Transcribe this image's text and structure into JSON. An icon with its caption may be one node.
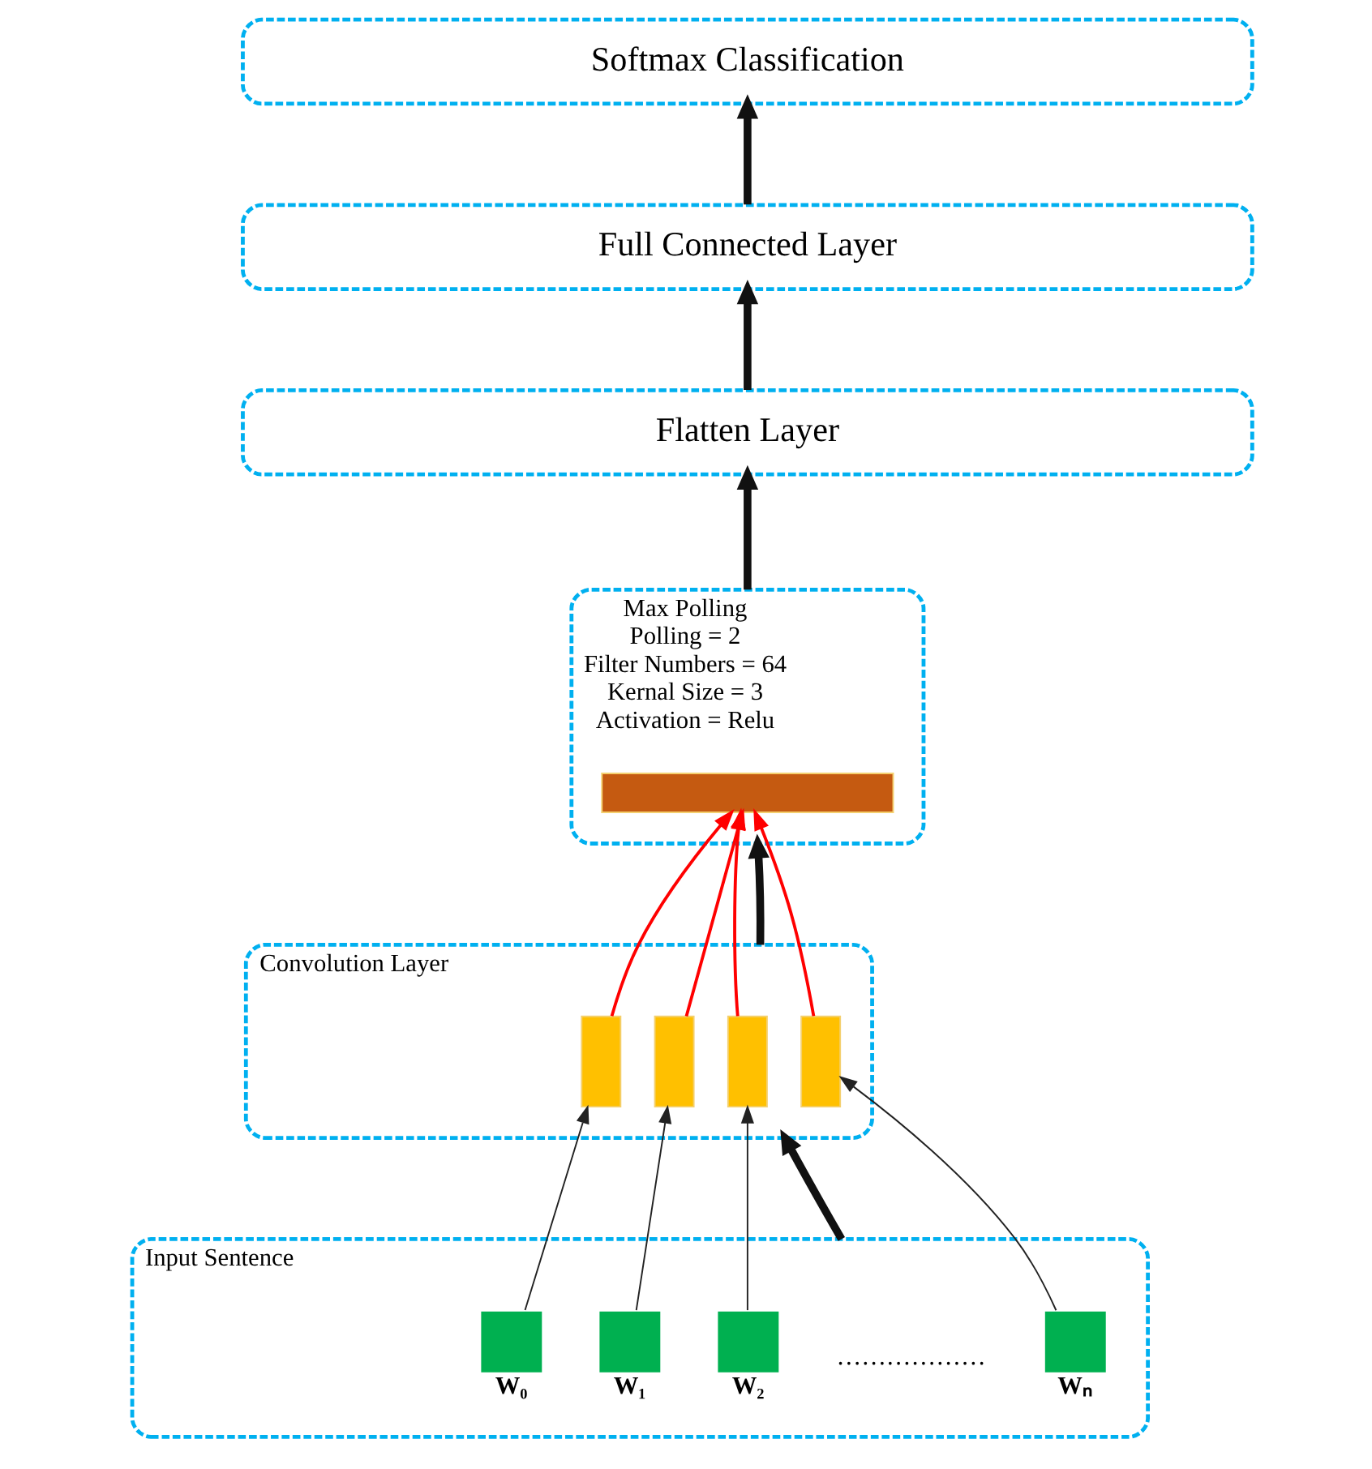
{
  "diagram": {
    "nodes": [
      {
        "text": [
          "Softmax Classification"
        ]
      },
      {
        "text": [
          "Full Connected Layer"
        ]
      },
      {
        "text": [
          "Flatten Layer"
        ]
      },
      {
        "text": [
          "Max Polling",
          "Polling = 2",
          "Filter Numbers = 64",
          "Kernal Size = 3",
          "Activation = Relu"
        ]
      },
      {
        "text": [],
        "shape": "bar",
        "in": 3
      },
      {
        "text": [
          "Convolution Layer"
        ]
      },
      {
        "text": [],
        "shape": "bar",
        "in": 5
      },
      {
        "text": [],
        "shape": "bar",
        "in": 5
      },
      {
        "text": [],
        "shape": "bar",
        "in": 5
      },
      {
        "text": [],
        "shape": "bar",
        "in": 5
      },
      {
        "text": [
          "Input Sentence"
        ]
      },
      {
        "text": [],
        "shape": "box",
        "in": 10,
        "beside": [
          "W₀"
        ]
      },
      {
        "text": [],
        "shape": "box",
        "in": 10,
        "beside": [
          "W₁"
        ]
      },
      {
        "text": [],
        "shape": "box",
        "in": 10,
        "beside": [
          "W₂"
        ]
      },
      {
        "text": [],
        "shape": "box",
        "in": 10,
        "beside": [
          "Wₙ"
        ]
      }
    ],
    "edges": [
      {
        "from": 11,
        "to": 6,
        "arrow": "to"
      },
      {
        "from": 12,
        "to": 7,
        "arrow": "to"
      },
      {
        "from": 13,
        "to": 8,
        "arrow": "to"
      },
      {
        "from": 14,
        "to": 9,
        "arrow": "to"
      },
      {
        "from": 10,
        "to": 5,
        "arrow": "to",
        "style": "thick"
      },
      {
        "from": 6,
        "to": 4,
        "arrow": "to",
        "color": "#ff0000"
      },
      {
        "from": 7,
        "to": 4,
        "arrow": "to",
        "color": "#ff0000"
      },
      {
        "from": 8,
        "to": 4,
        "arrow": "to",
        "color": "#ff0000"
      },
      {
        "from": 9,
        "to": 4,
        "arrow": "to",
        "color": "#ff0000"
      },
      {
        "from": 5,
        "to": 3,
        "arrow": "to",
        "style": "thick"
      },
      {
        "from": 3,
        "to": 2,
        "arrow": "to",
        "style": "thick"
      },
      {
        "from": 2,
        "to": 1,
        "arrow": "to",
        "style": "thick"
      },
      {
        "from": 1,
        "to": 0,
        "arrow": "to",
        "style": "thick"
      }
    ],
    "labels": [
      "………………"
    ]
  }
}
